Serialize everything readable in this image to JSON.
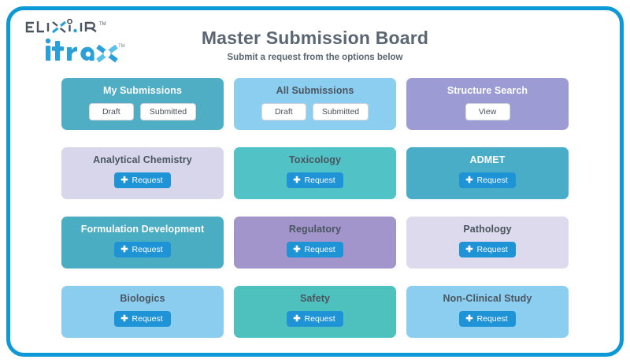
{
  "header": {
    "logo_primary": "ELIXIR",
    "logo_secondary": "iTraX",
    "title": "Master Submission Board",
    "subtitle": "Submit a request from the options below"
  },
  "colors": {
    "frame_border": "#0d99d6",
    "request_button": "#1e93d6",
    "title_text": "#5a6672"
  },
  "cards": [
    {
      "title": "My Submissions",
      "bg": "#4fadc4",
      "text_color": "#ffffff",
      "buttons": [
        {
          "label": "Draft",
          "style": "light"
        },
        {
          "label": "Submitted",
          "style": "light"
        }
      ]
    },
    {
      "title": "All Submissions",
      "bg": "#8ccef0",
      "text_color": "#4a5560",
      "buttons": [
        {
          "label": "Draft",
          "style": "light"
        },
        {
          "label": "Submitted",
          "style": "light"
        }
      ]
    },
    {
      "title": "Structure Search",
      "bg": "#9c9bd3",
      "text_color": "#ffffff",
      "buttons": [
        {
          "label": "View",
          "style": "light"
        }
      ]
    },
    {
      "title": "Analytical Chemistry",
      "bg": "#d7d6ea",
      "text_color": "#4a5560",
      "buttons": [
        {
          "label": "Request",
          "style": "request",
          "icon": "plus-icon"
        }
      ]
    },
    {
      "title": "Toxicology",
      "bg": "#51c2c5",
      "text_color": "#4a5560",
      "buttons": [
        {
          "label": "Request",
          "style": "request",
          "icon": "plus-icon"
        }
      ]
    },
    {
      "title": "ADMET",
      "bg": "#4aadc7",
      "text_color": "#ffffff",
      "buttons": [
        {
          "label": "Request",
          "style": "request",
          "icon": "plus-icon"
        }
      ]
    },
    {
      "title": "Formulation Development",
      "bg": "#4aadc1",
      "text_color": "#ffffff",
      "buttons": [
        {
          "label": "Request",
          "style": "request",
          "icon": "plus-icon"
        }
      ]
    },
    {
      "title": "Regulatory",
      "bg": "#a295cb",
      "text_color": "#4a5560",
      "buttons": [
        {
          "label": "Request",
          "style": "request",
          "icon": "plus-icon"
        }
      ]
    },
    {
      "title": "Pathology",
      "bg": "#dcdaec",
      "text_color": "#4a5560",
      "buttons": [
        {
          "label": "Request",
          "style": "request",
          "icon": "plus-icon"
        }
      ]
    },
    {
      "title": "Biologics",
      "bg": "#8bcdef",
      "text_color": "#4a5560",
      "buttons": [
        {
          "label": "Request",
          "style": "request",
          "icon": "plus-icon"
        }
      ]
    },
    {
      "title": "Safety",
      "bg": "#4ec0bd",
      "text_color": "#4a5560",
      "buttons": [
        {
          "label": "Request",
          "style": "request",
          "icon": "plus-icon"
        }
      ]
    },
    {
      "title": "Non-Clinical Study",
      "bg": "#8ccef0",
      "text_color": "#4a5560",
      "buttons": [
        {
          "label": "Request",
          "style": "request",
          "icon": "plus-icon"
        }
      ]
    }
  ]
}
